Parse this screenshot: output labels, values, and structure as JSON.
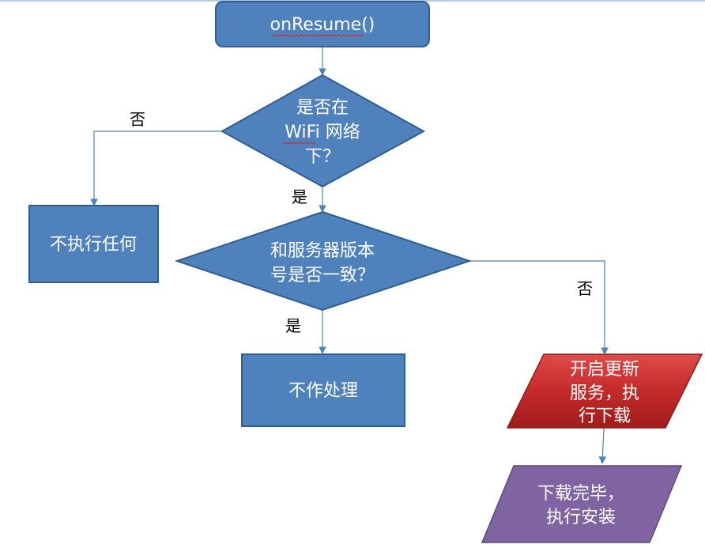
{
  "colors": {
    "blue_fill": "#4f81bd",
    "blue_stroke": "#2f5e8e",
    "red_fill": "#c0282c",
    "purple_fill": "#8064a2",
    "edge": "#4f81bd",
    "top_rule": "#9bb7d9"
  },
  "nodes": {
    "start": {
      "text": "onResume()"
    },
    "wifi_check": {
      "lines": [
        "是否在",
        "WiFi 网络",
        "下？"
      ]
    },
    "no_action": {
      "text": "不执行任何"
    },
    "version_check": {
      "lines": [
        "和服务器版本",
        "号是否一致？"
      ]
    },
    "do_nothing": {
      "text": "不作处理"
    },
    "start_service": {
      "lines": [
        "开启更新",
        "服务，执",
        "行下载"
      ]
    },
    "install": {
      "lines": [
        "下载完毕，",
        "执行安装"
      ]
    }
  },
  "edges": {
    "wifi_no": {
      "label": "否"
    },
    "wifi_yes": {
      "label": "是"
    },
    "version_yes": {
      "label": "是"
    },
    "version_no": {
      "label": "否"
    }
  }
}
